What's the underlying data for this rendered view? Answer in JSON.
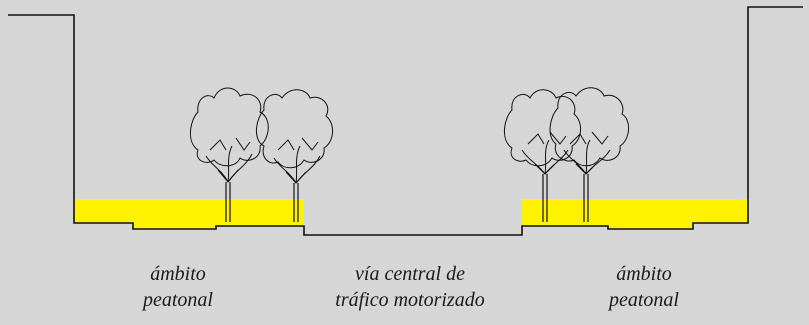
{
  "labels": {
    "left_zone": [
      "ámbito",
      "peatonal"
    ],
    "center_zone": [
      "vía central de",
      "tráfico motorizado"
    ],
    "right_zone": [
      "ámbito",
      "peatonal"
    ]
  },
  "colors": {
    "background": "#d6d6d6",
    "sidewalk_fill": "#fff200",
    "line": "#111111"
  }
}
